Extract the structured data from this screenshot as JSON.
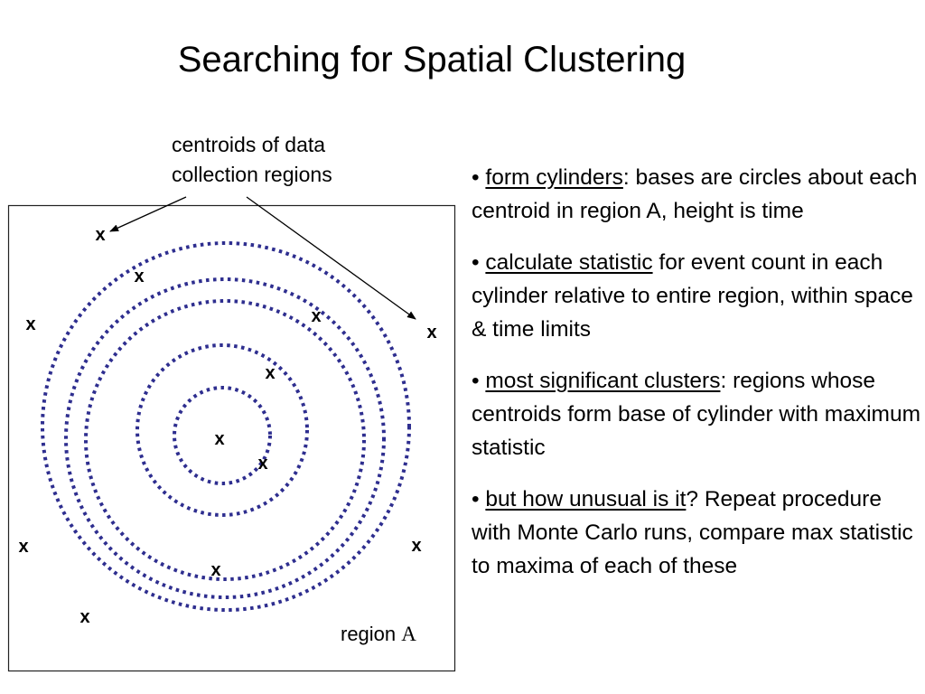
{
  "slide": {
    "title": "Searching for Spatial Clustering",
    "callout": {
      "line1": "centroids of data",
      "line2": "collection regions"
    },
    "region_label": {
      "prefix": "region ",
      "letter": "A"
    },
    "centroid_marker": "x",
    "circle_color": "#2e2e8f",
    "bullets": [
      {
        "term": "form cylinders",
        "rest": ": bases are circles about each centroid in region A, height is time"
      },
      {
        "term": "calculate statistic",
        "rest": " for event count in each cylinder relative to entire region, within space & time limits"
      },
      {
        "term": "most significant clusters",
        "rest": ": regions whose centroids form base of cylinder with maximum statistic"
      },
      {
        "term": "but how unusual is it",
        "rest": "?  Repeat procedure with Monte Carlo runs, compare max statistic to maxima of each of these"
      }
    ],
    "bullet_glyph": "•"
  }
}
